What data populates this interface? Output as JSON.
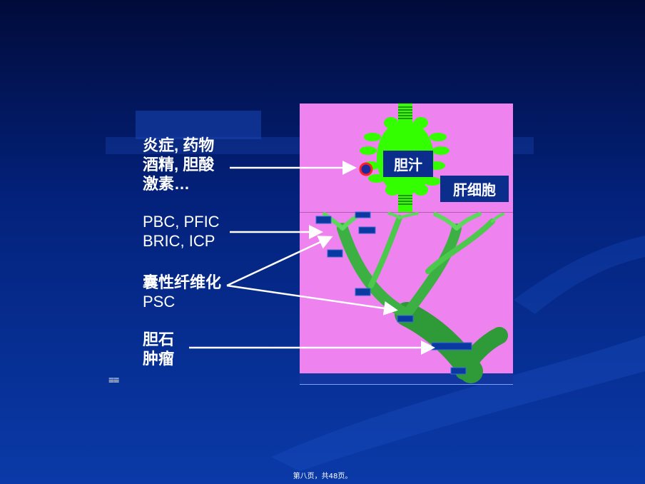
{
  "labels": {
    "injury_line1": "炎症, 药物",
    "injury_line2": "酒精, 胆酸",
    "injury_line3": "激素…",
    "genetic_line1": "PBC, PFIC",
    "genetic_line2": "BRIC, ICP",
    "fibrosis_line1": "囊性纤维化",
    "fibrosis_line2": "PSC",
    "obstruction_line1": "胆石",
    "obstruction_line2": "肿瘤"
  },
  "diagram": {
    "bile_label": "胆汁",
    "hepatocyte_label": "肝细胞"
  },
  "footer": {
    "page_text": "第八页，共48页。"
  },
  "colors": {
    "panel": "#ee82ee",
    "cell": "#33ff00",
    "duct": "#3cb043",
    "tag": "#0b2d8c",
    "arrow": "#ffffff"
  }
}
